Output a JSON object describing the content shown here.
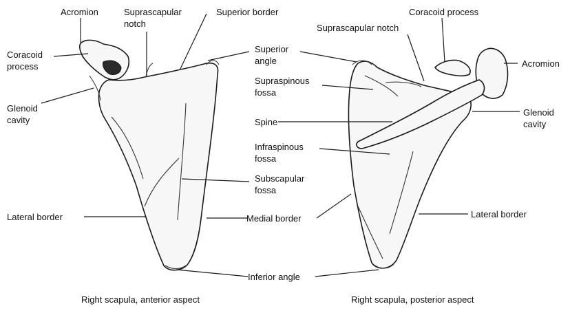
{
  "anterior": {
    "caption": "Right scapula, anterior aspect",
    "labels": {
      "acromion": "Acromion",
      "suprascapular_notch": "Suprascapular\nnotch",
      "superior_border": "Superior border",
      "coracoid_process": "Coracoid\nprocess",
      "glenoid_cavity": "Glenoid\ncavity",
      "lateral_border": "Lateral border"
    }
  },
  "shared": {
    "superior_angle": "Superior\nangle",
    "subscapular_fossa": "Subscapular\nfossa",
    "medial_border": "Medial border",
    "inferior_angle": "Inferior angle"
  },
  "posterior": {
    "caption": "Right scapula, posterior aspect",
    "labels": {
      "coracoid_process": "Coracoid process",
      "suprascapular_notch": "Suprascapular notch",
      "acromion": "Acromion",
      "supraspinous_fossa": "Supraspinous\nfossa",
      "spine": "Spine",
      "glenoid_cavity": "Glenoid\ncavity",
      "infraspinous_fossa": "Infraspinous\nfossa",
      "lateral_border": "Lateral border"
    }
  }
}
